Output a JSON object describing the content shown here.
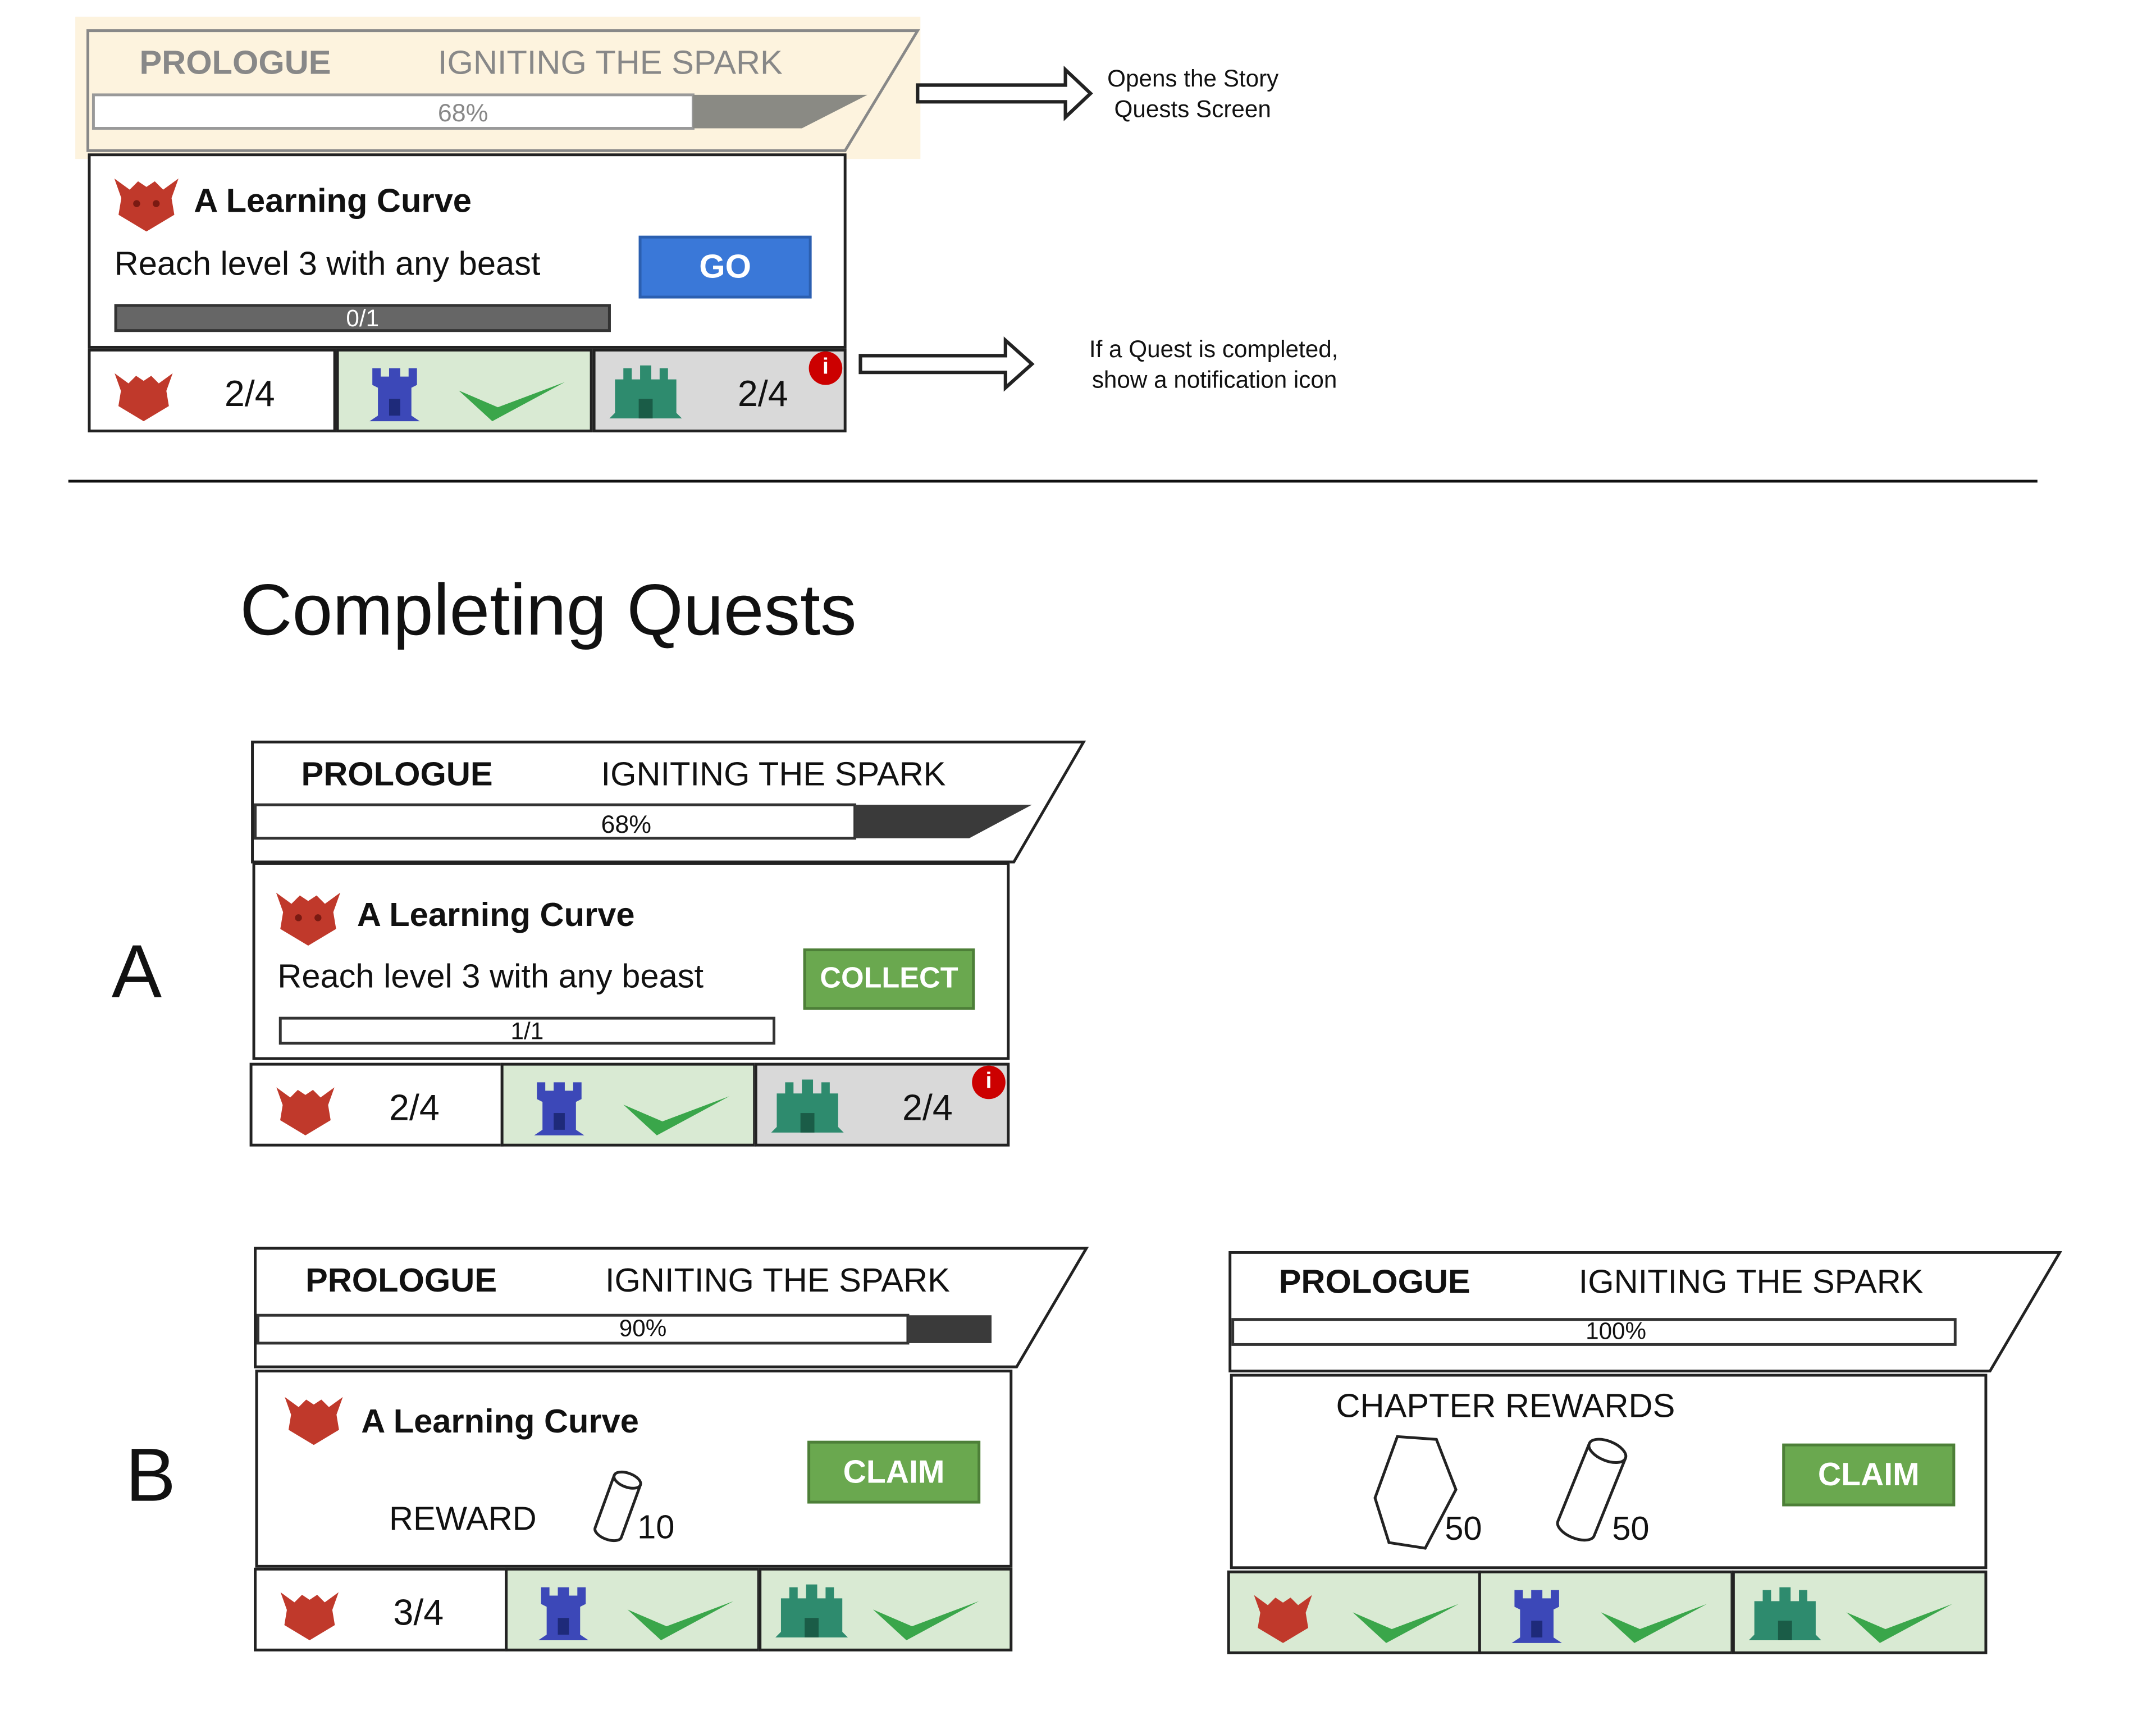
{
  "top": {
    "header": {
      "chapter": "PROLOGUE",
      "title": "IGNITING THE SPARK",
      "progress_label": "68%",
      "progress": 0.68
    },
    "quest": {
      "title": "A Learning Curve",
      "description": "Reach level 3 with any beast",
      "button": "GO",
      "progress_label": "0/1"
    },
    "tabs": [
      {
        "count": "2/4"
      },
      {
        "count": ""
      },
      {
        "count": "2/4",
        "notification": "i"
      }
    ],
    "annotation_1": [
      "Opens the Story",
      "Quests Screen"
    ],
    "annotation_2": [
      "If a Quest is completed,",
      "show a notification icon"
    ]
  },
  "section_title": "Completing Quests",
  "a": {
    "letter": "A",
    "header": {
      "chapter": "PROLOGUE",
      "title": "IGNITING THE SPARK",
      "progress_label": "68%",
      "progress": 0.68
    },
    "quest": {
      "title": "A Learning Curve",
      "description": "Reach level 3 with any beast",
      "button": "COLLECT",
      "progress_label": "1/1"
    },
    "tabs": [
      {
        "count": "2/4"
      },
      {
        "count": ""
      },
      {
        "count": "2/4",
        "notification": "i"
      }
    ]
  },
  "b": {
    "letter": "B",
    "left": {
      "header": {
        "chapter": "PROLOGUE",
        "title": "IGNITING THE SPARK",
        "progress_label": "90%",
        "progress": 0.9
      },
      "quest": {
        "title": "A Learning Curve",
        "reward_label": "REWARD",
        "reward_amount": "10",
        "button": "CLAIM"
      },
      "tabs": [
        {
          "count": "3/4"
        },
        {
          "count": ""
        },
        {
          "count": ""
        }
      ]
    },
    "right": {
      "header": {
        "chapter": "PROLOGUE",
        "title": "IGNITING THE SPARK",
        "progress_label": "100%",
        "progress": 1.0
      },
      "rewards": {
        "label": "CHAPTER REWARDS",
        "gem_amount": "50",
        "cylinder_amount": "50",
        "button": "CLAIM"
      }
    }
  },
  "colors": {
    "beast_red": "#c0392b",
    "tower_blue": "#3c48b8",
    "castle_teal": "#2e8b6e",
    "check_green": "#3aa64a",
    "go_blue": "#3a78d8",
    "claim_green": "#6aa84f"
  }
}
